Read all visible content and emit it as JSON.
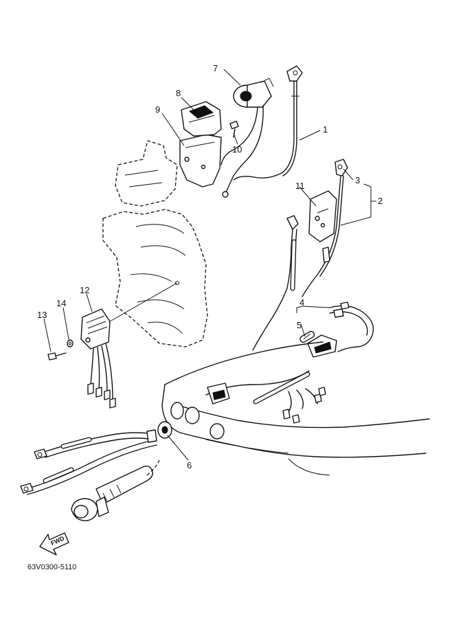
{
  "callouts": {
    "c1": "1",
    "c2": "2",
    "c3": "3",
    "c4": "4",
    "c5": "5",
    "c6": "6",
    "c7": "7",
    "c8": "8",
    "c9": "9",
    "c10": "10",
    "c11": "11",
    "c12": "12",
    "c13": "13",
    "c14": "14"
  },
  "fwd_label": "FWD",
  "diagram_code": "63V0300-5110"
}
